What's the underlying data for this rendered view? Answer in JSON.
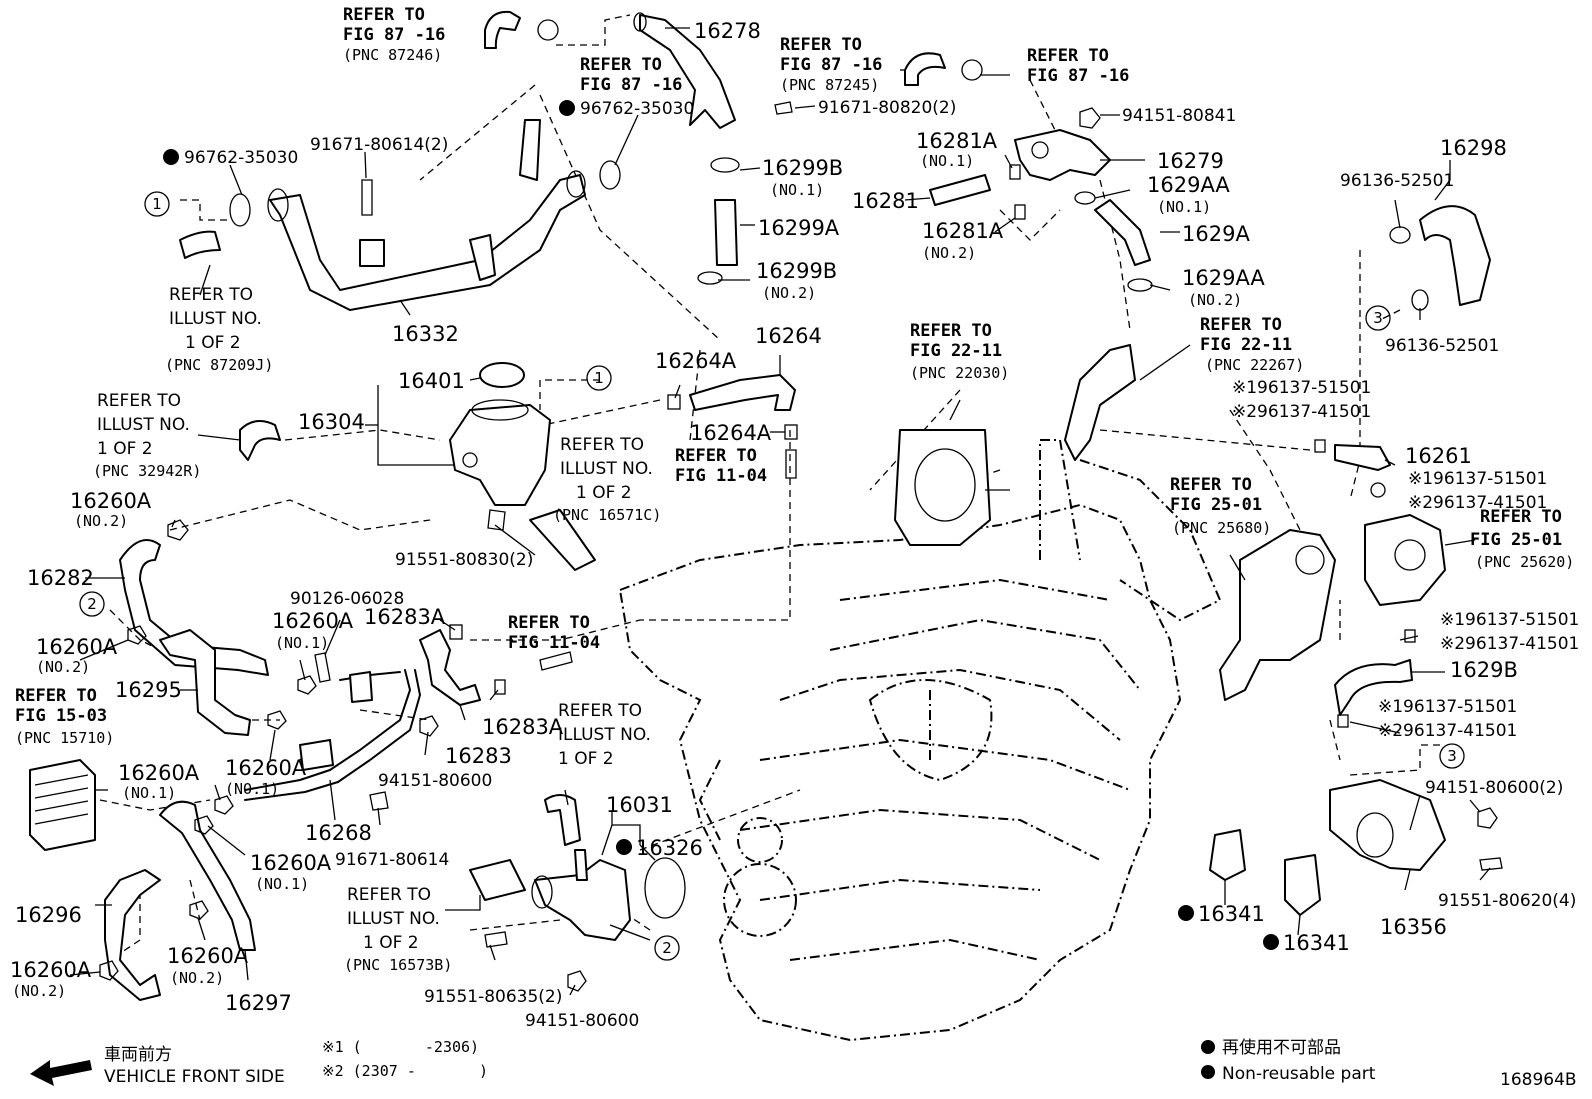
{
  "parts": {
    "p16278": "16278",
    "p16332": "16332",
    "p16401": "16401",
    "p16304": "16304",
    "p16264": "16264",
    "p16264A_a": "16264A",
    "p16264A_b": "16264A",
    "p16299B_1": "16299B",
    "p16299B_1_sub": "(NO.1)",
    "p16299A": "16299A",
    "p16299B_2": "16299B",
    "p16299B_2_sub": "(NO.2)",
    "p16281A_1": "16281A",
    "p16281A_1_sub": "(NO.1)",
    "p16281": "16281",
    "p16281A_2": "16281A",
    "p16281A_2_sub": "(NO.2)",
    "p16279": "16279",
    "p1629AA_1": "1629AA",
    "p1629AA_1_sub": "(NO.1)",
    "p1629A": "1629A",
    "p1629AA_2": "1629AA",
    "p1629AA_2_sub": "(NO.2)",
    "p16298": "16298",
    "p16261": "16261",
    "p1629B": "1629B",
    "p16356": "16356",
    "p16341_a": "16341",
    "p16341_b": "16341",
    "p16031": "16031",
    "p16326": "16326",
    "p16260A_1": "16260A",
    "p16260A_1_sub": "(NO.2)",
    "p16282": "16282",
    "p16260A_2": "16260A",
    "p16260A_2_sub": "(NO.2)",
    "p16295": "16295",
    "p16260A_3": "16260A",
    "p16260A_3_sub": "(NO.1)",
    "p16283A_a": "16283A",
    "p16283A_b": "16283A",
    "p16283": "16283",
    "p16260A_4": "16260A",
    "p16260A_4_sub": "(NO.1)",
    "p16260A_5": "16260A",
    "p16260A_5_sub": "(NO.1)",
    "p16268": "16268",
    "p16260A_6": "16260A",
    "p16260A_6_sub": "(NO.1)",
    "p16296": "16296",
    "p16260A_7": "16260A",
    "p16260A_7_sub": "(NO.2)",
    "p16260A_8": "16260A",
    "p16260A_8_sub": "(NO.2)",
    "p16297": "16297"
  },
  "bolts": {
    "b96762_a": "96762-35030",
    "b91671_80614_2": "91671-80614(2)",
    "b96762_b": "96762-35030",
    "b91671_80820": "91671-80820(2)",
    "b94151_80841": "94151-80841",
    "b96136_a": "96136-52501",
    "b96136_b": "96136-52501",
    "b96137_51501_a": "※196137-51501",
    "b96137_41501_a": "※296137-41501",
    "b96137_51501_b": "※196137-51501",
    "b96137_41501_b": "※296137-41501",
    "b96137_51501_c": "※196137-51501",
    "b96137_41501_c": "※296137-41501",
    "b96137_51501_d": "※196137-51501",
    "b96137_41501_d": "※296137-41501",
    "b94151_80600_2": "94151-80600(2)",
    "b91551_80620": "91551-80620(4)",
    "b91551_80830": "91551-80830(2)",
    "b90126": "90126-06028",
    "b94151_80600_a": "94151-80600",
    "b91671_80614": "91671-80614",
    "b91551_80635": "91551-80635(2)",
    "b94151_80600_b": "94151-80600"
  },
  "refs": {
    "r1_l1": "REFER TO",
    "r1_l2": "FIG 87 -16",
    "r1_l3": "(PNC 87246)",
    "r2_l1": "REFER TO",
    "r2_l2": "FIG 87 -16",
    "r3_l1": "REFER TO",
    "r3_l2": "FIG 87 -16",
    "r3_l3": "(PNC 87245)",
    "r4_l1": "REFER TO",
    "r4_l2": "FIG 87 -16",
    "r5_l1": "REFER TO",
    "r5_l2": "FIG 22-11",
    "r5_l3": "(PNC 22030)",
    "r6_l1": "REFER TO",
    "r6_l2": "FIG 22-11",
    "r6_l3": "(PNC 22267)",
    "r7_l1": "REFER TO",
    "r7_l2": "FIG 25-01",
    "r7_l3": "(PNC 25680)",
    "r8_l1": "REFER TO",
    "r8_l2": "FIG 25-01",
    "r8_l3": "(PNC 25620)",
    "r9_l1": "REFER TO",
    "r9_l2": "FIG 11-04",
    "r10_l1": "REFER TO",
    "r10_l2": "FIG 11-04",
    "r11_l1": "REFER TO",
    "r11_l2": "FIG 15-03",
    "r11_l3": "(PNC 15710)"
  },
  "illust": {
    "i1_l1": "REFER TO",
    "i1_l2": "ILLUST NO.",
    "i1_l3": "1 OF 2",
    "i1_l4": "(PNC 87209J)",
    "i2_l1": "REFER TO",
    "i2_l2": "ILLUST NO.",
    "i2_l3": "1 OF 2",
    "i2_l4": "(PNC 32942R)",
    "i3_l1": "REFER TO",
    "i3_l2": "ILLUST NO.",
    "i3_l3": "1 OF 2",
    "i3_l4": "(PNC 16571C)",
    "i4_l1": "REFER TO",
    "i4_l2": "ILLUST NO.",
    "i4_l3": "1 OF 2",
    "i5_l1": "REFER TO",
    "i5_l2": "ILLUST NO.",
    "i5_l3": "1 OF 2",
    "i5_l4": "(PNC 16573B)"
  },
  "markers": {
    "m1a": "1",
    "m1b": "1",
    "m2a": "2",
    "m2b": "2",
    "m3a": "3",
    "m3b": "3"
  },
  "legend": {
    "front_jp": "車両前方",
    "front_en": "VEHICLE FRONT SIDE",
    "note1": "※1 (       -2306)",
    "note2": "※2 (2307 -       )",
    "nonreuse_jp": "再使用不可部品",
    "nonreuse_en": "Non-reusable part",
    "figure_id": "168964B"
  }
}
